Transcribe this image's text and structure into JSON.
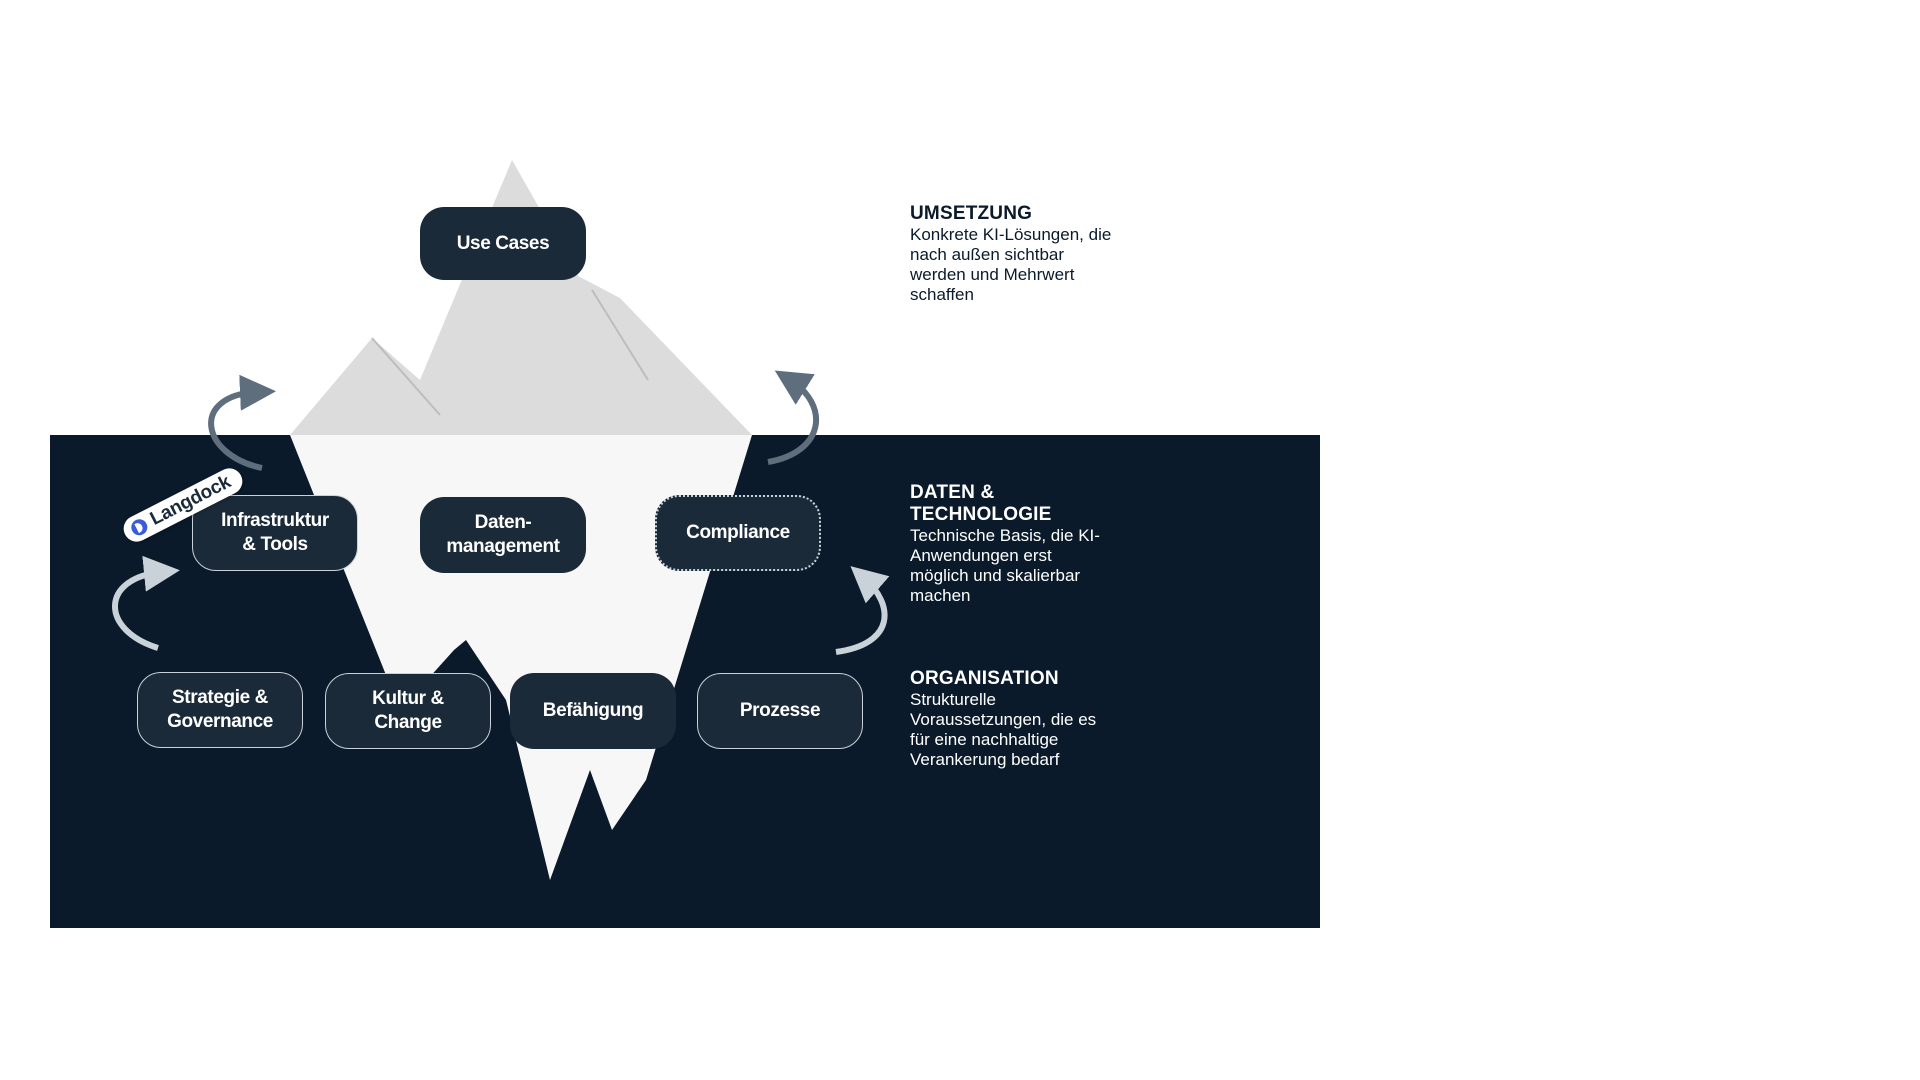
{
  "diagram": {
    "colors": {
      "sea": "#0a1a2b",
      "ice_above": "#dcdcdc",
      "ice_below": "#f7f7f7",
      "node_fill": "#1b2a39",
      "arrow_light": "#5f6e7c",
      "arrow_dark": "#c9d1d9"
    },
    "nodes": {
      "use_cases": "Use Cases",
      "infrastruktur": "Infrastruktur\n& Tools",
      "datenmanagement": "Daten-\nmanagement",
      "compliance": "Compliance",
      "strategie": "Strategie &\nGovernance",
      "kultur": "Kultur &\nChange",
      "befaehigung": "Befähigung",
      "prozesse": "Prozesse"
    },
    "badge": {
      "label": "Langdock",
      "icon": "langdock-logo-icon"
    },
    "layers": {
      "umsetzung": {
        "title": "UMSETZUNG",
        "description": "Konkrete KI-Lösungen, die\nnach außen sichtbar\nwerden und Mehrwert\nschaffen"
      },
      "daten_technologie": {
        "title": "DATEN &\nTECHNOLOGIE",
        "description": "Technische Basis, die KI-\nAnwendungen erst\nmöglich und skalierbar\nmachen"
      },
      "organisation": {
        "title": "ORGANISATION",
        "description": "Strukturelle\nVoraussetzungen, die es\nfür eine nachhaltige\nVerankerung bedarf"
      }
    }
  }
}
